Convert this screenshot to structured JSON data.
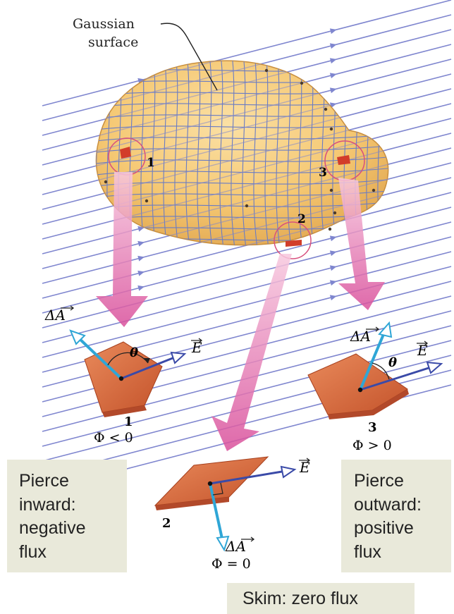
{
  "callout": {
    "line1": "Gaussian",
    "line2": "surface"
  },
  "patches": [
    {
      "id": "1",
      "flux": "Φ < 0"
    },
    {
      "id": "2",
      "flux": "Φ = 0"
    },
    {
      "id": "3",
      "flux": "Φ > 0"
    }
  ],
  "vectors": {
    "area": "ΔA",
    "field": "E",
    "angle": "θ"
  },
  "boxes": {
    "inward": [
      "Pierce",
      "inward:",
      "negative",
      "flux"
    ],
    "outward": [
      "Pierce",
      "outward:",
      "positive",
      "flux"
    ],
    "skim": "Skim: zero flux"
  },
  "colors": {
    "field_lines": "#7f86cf",
    "surface": "#f5c873",
    "patch": "#d86a3a",
    "pointer": "#e06aa6",
    "area_vector": "#2fa6d6",
    "field_vector": "#3a4aa8",
    "label_box": "#e9e9da"
  }
}
